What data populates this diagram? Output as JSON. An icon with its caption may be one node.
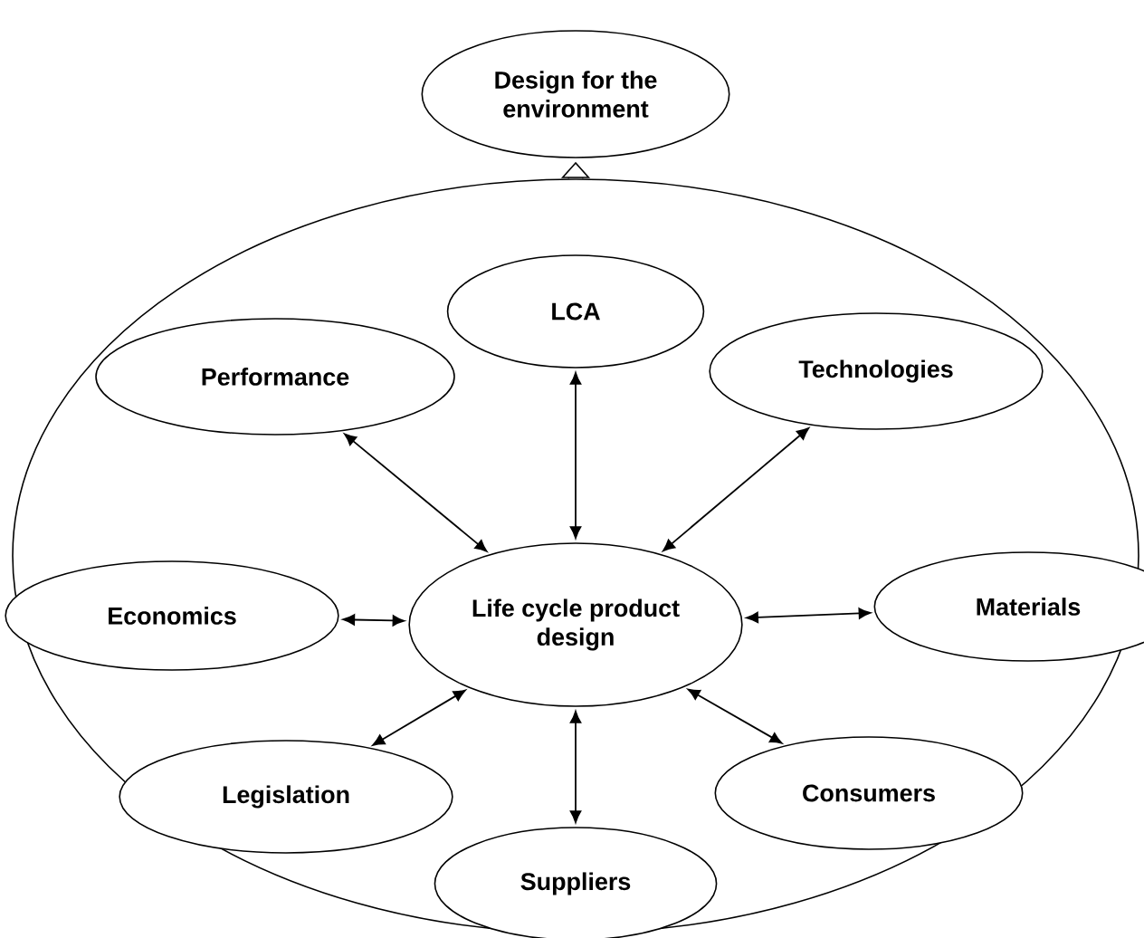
{
  "diagram": {
    "nodes": [
      {
        "text": [
          "Design for the environment"
        ]
      },
      {
        "text": [],
        "shape": "circle"
      },
      {
        "text": [
          "Life cycle product design"
        ],
        "in": 1
      },
      {
        "text": [
          "LCA"
        ],
        "in": 1
      },
      {
        "text": [
          "Performance"
        ],
        "in": 1
      },
      {
        "text": [
          "Technologies"
        ],
        "in": 1
      },
      {
        "text": [
          "Economics"
        ],
        "in": 1
      },
      {
        "text": [
          "Materials"
        ]
      },
      {
        "text": [
          "Legislation"
        ],
        "in": 1
      },
      {
        "text": [
          "Consumers"
        ],
        "in": 1
      },
      {
        "text": [
          "Suppliers"
        ],
        "in": 1
      }
    ],
    "edges": [
      {
        "from": 1,
        "to": 0,
        "arrow": "to",
        "style": "thick"
      },
      {
        "from": 2,
        "to": 3,
        "arrow": "both"
      },
      {
        "from": 2,
        "to": 5,
        "arrow": "both"
      },
      {
        "from": 2,
        "to": 7,
        "arrow": "both"
      },
      {
        "from": 2,
        "to": 9,
        "arrow": "both"
      },
      {
        "from": 2,
        "to": 10,
        "arrow": "both"
      },
      {
        "from": 2,
        "to": 8,
        "arrow": "both"
      },
      {
        "from": 2,
        "to": 6,
        "arrow": "both"
      },
      {
        "from": 2,
        "to": 4,
        "arrow": "both"
      }
    ]
  }
}
